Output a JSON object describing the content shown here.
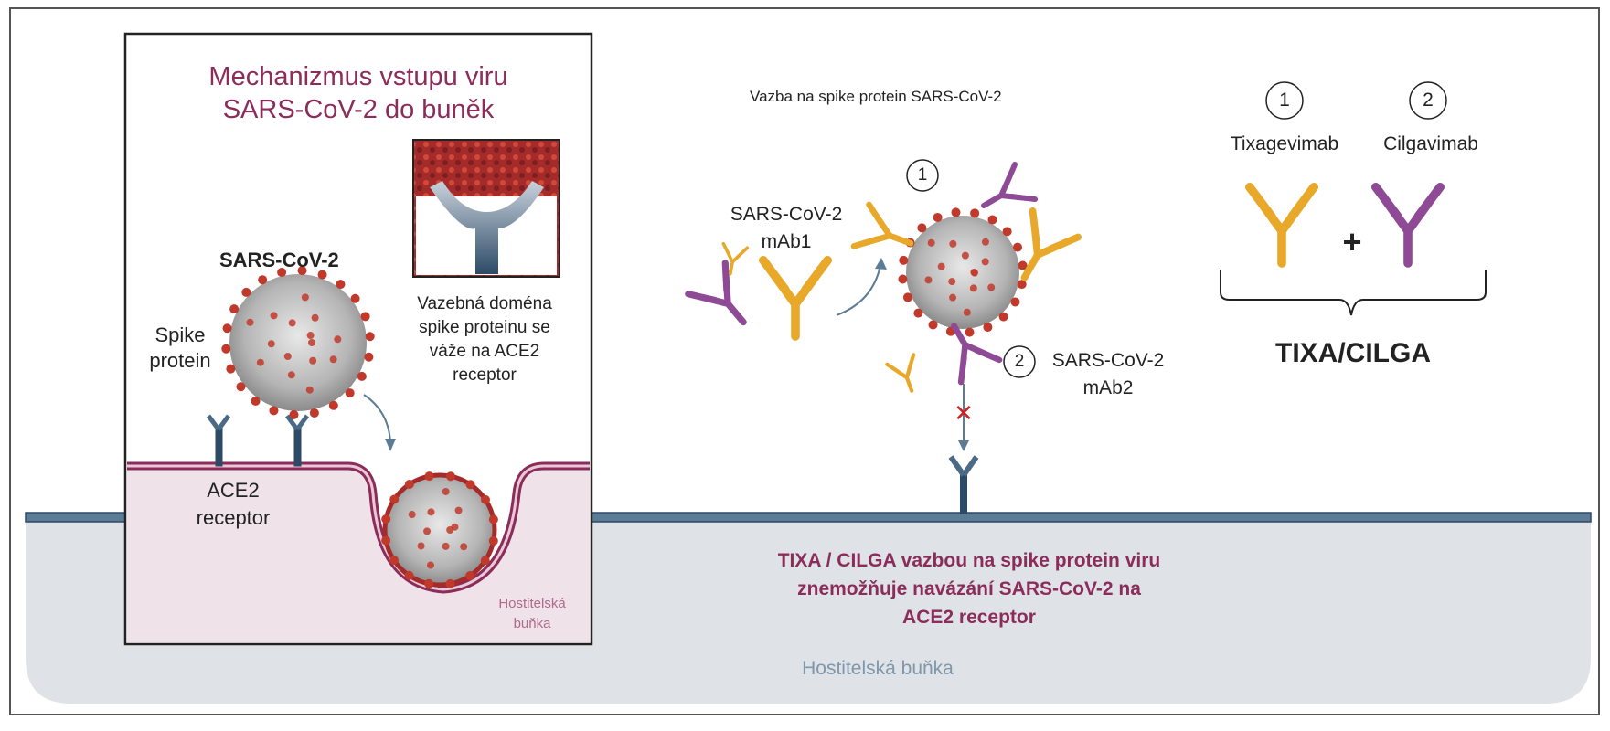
{
  "left_panel": {
    "title_line1": "Mechanizmus vstupu viru",
    "title_line2": "SARS-CoV-2 do buněk",
    "virus_label": "SARS-CoV-2",
    "spike_label_line1": "Spike",
    "spike_label_line2": "protein",
    "binding_domain_line1": "Vazebná doména",
    "binding_domain_line2": "spike proteinu se",
    "binding_domain_line3": "váže na ACE2",
    "binding_domain_line4": "receptor",
    "ace2_line1": "ACE2",
    "ace2_line2": "receptor",
    "host_cell_line1": "Hostitelská",
    "host_cell_line2": "buňka"
  },
  "center": {
    "heading": "Vazba na spike protein SARS-CoV-2",
    "marker1": "1",
    "marker2": "2",
    "mab1_line1": "SARS-CoV-2",
    "mab1_line2": "mAb1",
    "mab2_line1": "SARS-CoV-2",
    "mab2_line2": "mAb2",
    "block_symbol": "✕"
  },
  "legend": {
    "item1_number": "1",
    "item1_name": "Tixagevimab",
    "item2_number": "2",
    "item2_name": "Cilgavimab",
    "plus": "+",
    "combo": "TIXA/CILGA"
  },
  "caption": {
    "line1": "TIXA / CILGA vazbou na spike protein viru",
    "line2": "znemožňuje navázání SARS-CoV-2 na",
    "line3": "ACE2 receptor"
  },
  "host_cell_label": "Hostitelská buňka",
  "colors": {
    "tixagevimab": "#e8a92a",
    "cilgavimab": "#8e4a94",
    "receptor": "#2c4a66",
    "membrane": "#8b2c5a",
    "host_fill": "#dfe3e7",
    "title_color": "#8b2c5a",
    "virus_red": "#c0392b"
  }
}
